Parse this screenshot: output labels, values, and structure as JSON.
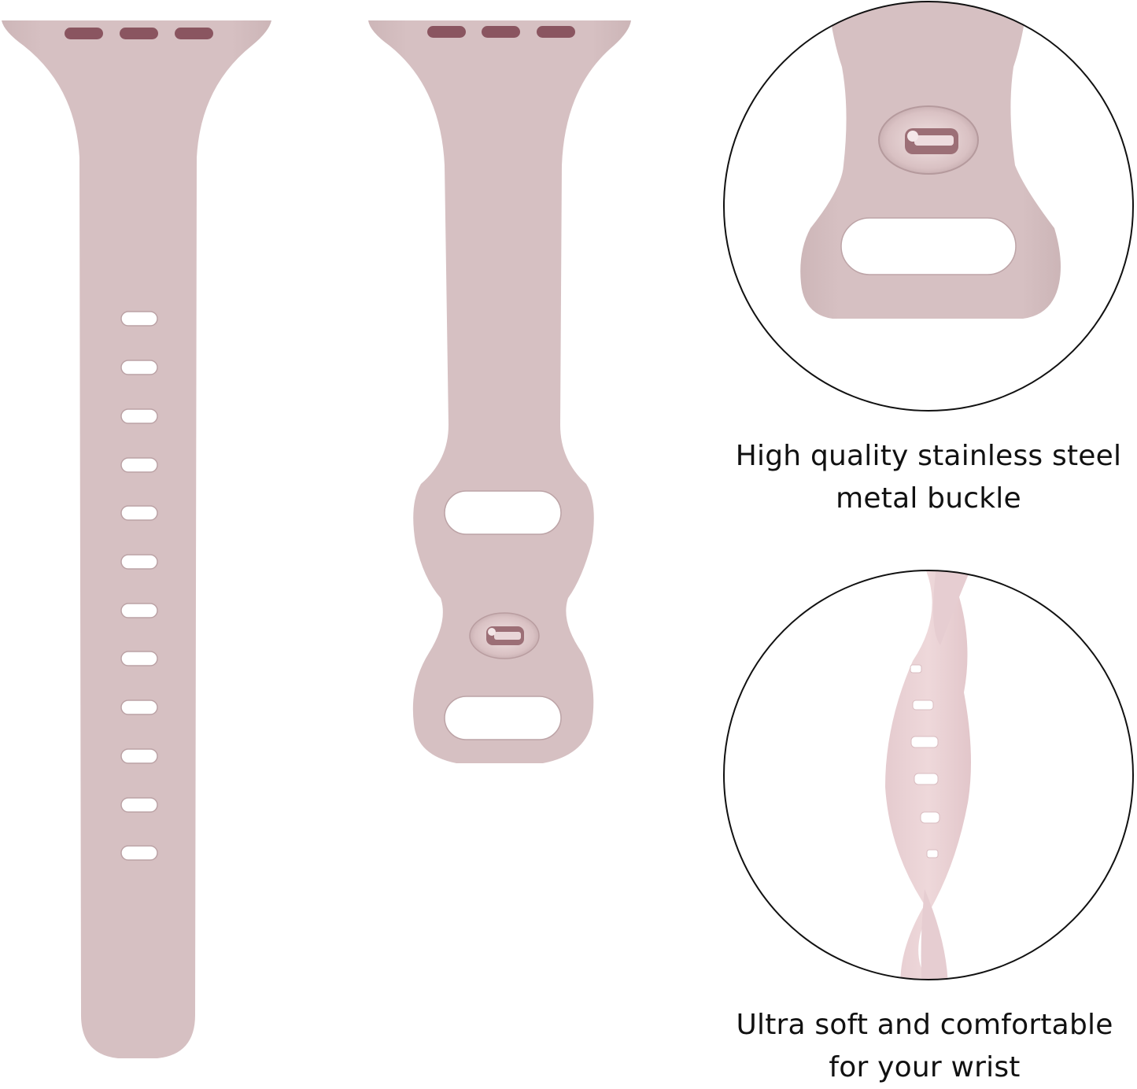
{
  "product": {
    "type": "silicone watch band",
    "band_color": "#d5bfc1",
    "pin_slot_color": "#8a5560",
    "buckle_color": "#b98a90"
  },
  "long_strap": {
    "adjustment_holes": 12,
    "pin_slots": 3
  },
  "short_strap": {
    "loops": 2,
    "buckle": "stainless steel pin",
    "pin_slots": 3
  },
  "features": [
    {
      "icon": "buckle-closeup",
      "caption_lines": [
        "High quality stainless",
        "steel metal buckle"
      ]
    },
    {
      "icon": "twisted-band-closeup",
      "caption_lines": [
        "Ultra soft and comfortable",
        "for your wrist"
      ]
    }
  ]
}
